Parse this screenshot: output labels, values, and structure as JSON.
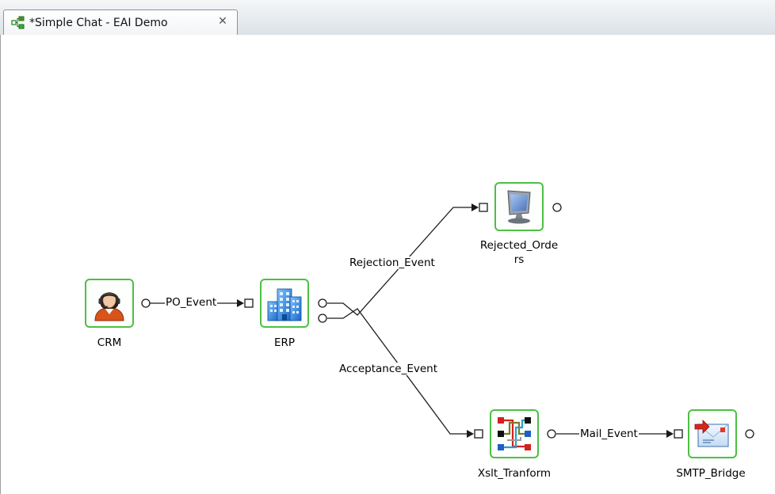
{
  "tab": {
    "icon": "diagram-icon",
    "title": "*Simple Chat - EAI Demo",
    "close": "close-icon"
  },
  "nodes": {
    "crm": {
      "label": "CRM",
      "icon": "user-headset-icon"
    },
    "erp": {
      "label": "ERP",
      "icon": "buildings-icon"
    },
    "rejected": {
      "label_line1": "Rejected_Orde",
      "label_line2": "rs",
      "icon": "monitor-icon"
    },
    "xslt": {
      "label": "Xslt_Tranform",
      "icon": "transform-icon"
    },
    "smtp": {
      "label": "SMTP_Bridge",
      "icon": "mail-icon"
    }
  },
  "edges": {
    "po": "PO_Event",
    "rejection": "Rejection_Event",
    "acceptance": "Acceptance_Event",
    "mail": "Mail_Event"
  },
  "colors": {
    "node_border": "#4cc043",
    "wire": "#1a1a1a"
  }
}
